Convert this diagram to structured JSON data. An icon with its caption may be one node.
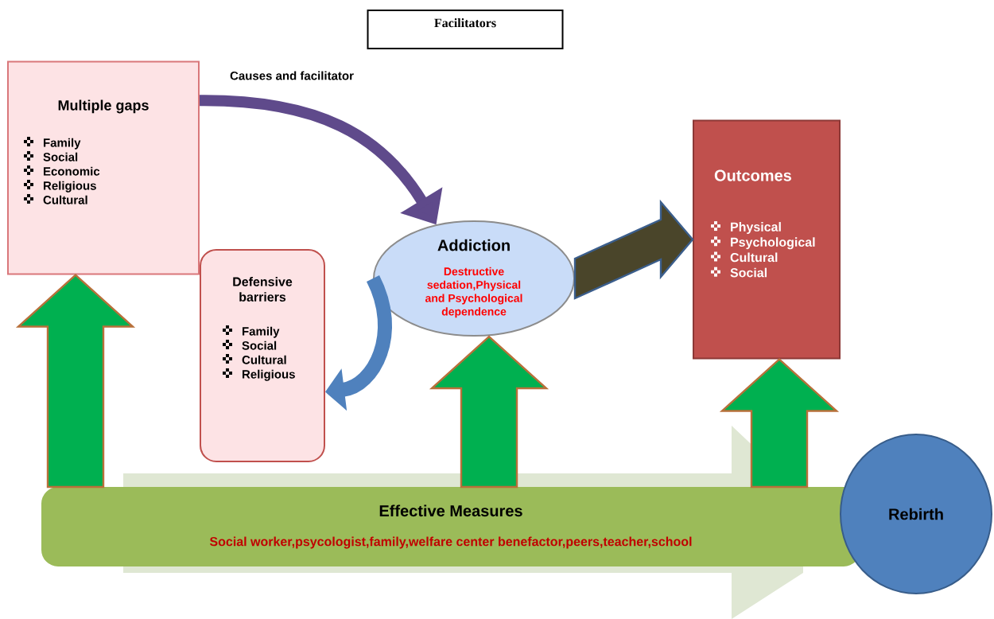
{
  "diagram": {
    "nodes": [
      {
        "text": [
          "Facilitators"
        ]
      },
      {
        "text": [
          "Multiple gaps",
          "Family",
          "Social",
          "Economic",
          "Religious",
          "Cultural"
        ]
      },
      {
        "text": [
          "Defensive barriers",
          "Family",
          "Social",
          "Cultural",
          "Religious"
        ]
      },
      {
        "text": [
          "Addiction",
          "Destructive sedation,Physical and Psychological dependence"
        ]
      },
      {
        "text": [
          "Outcomes",
          "Physical",
          "Psychological",
          "Cultural",
          "Social"
        ]
      },
      {
        "text": [
          "Effective Measures",
          "Social worker,psycologist,family,welfare center benefactor,peers,teacher,school"
        ]
      },
      {
        "text": [
          "Rebirth"
        ]
      }
    ],
    "edges": [
      {
        "from": 1,
        "to": 3,
        "arrow": "to",
        "label": "Causes and facilitator",
        "color": "#5f4a8b"
      },
      {
        "from": 3,
        "to": 2,
        "arrow": "to",
        "color": "#4f81bd"
      },
      {
        "from": 3,
        "to": 4,
        "arrow": "to",
        "color": "#4a452a"
      },
      {
        "from": 5,
        "to": 1,
        "arrow": "to",
        "color": "#00b050"
      },
      {
        "from": 5,
        "to": 3,
        "arrow": "to",
        "color": "#00b050"
      },
      {
        "from": 5,
        "to": 4,
        "arrow": "to",
        "color": "#00b050"
      }
    ]
  }
}
